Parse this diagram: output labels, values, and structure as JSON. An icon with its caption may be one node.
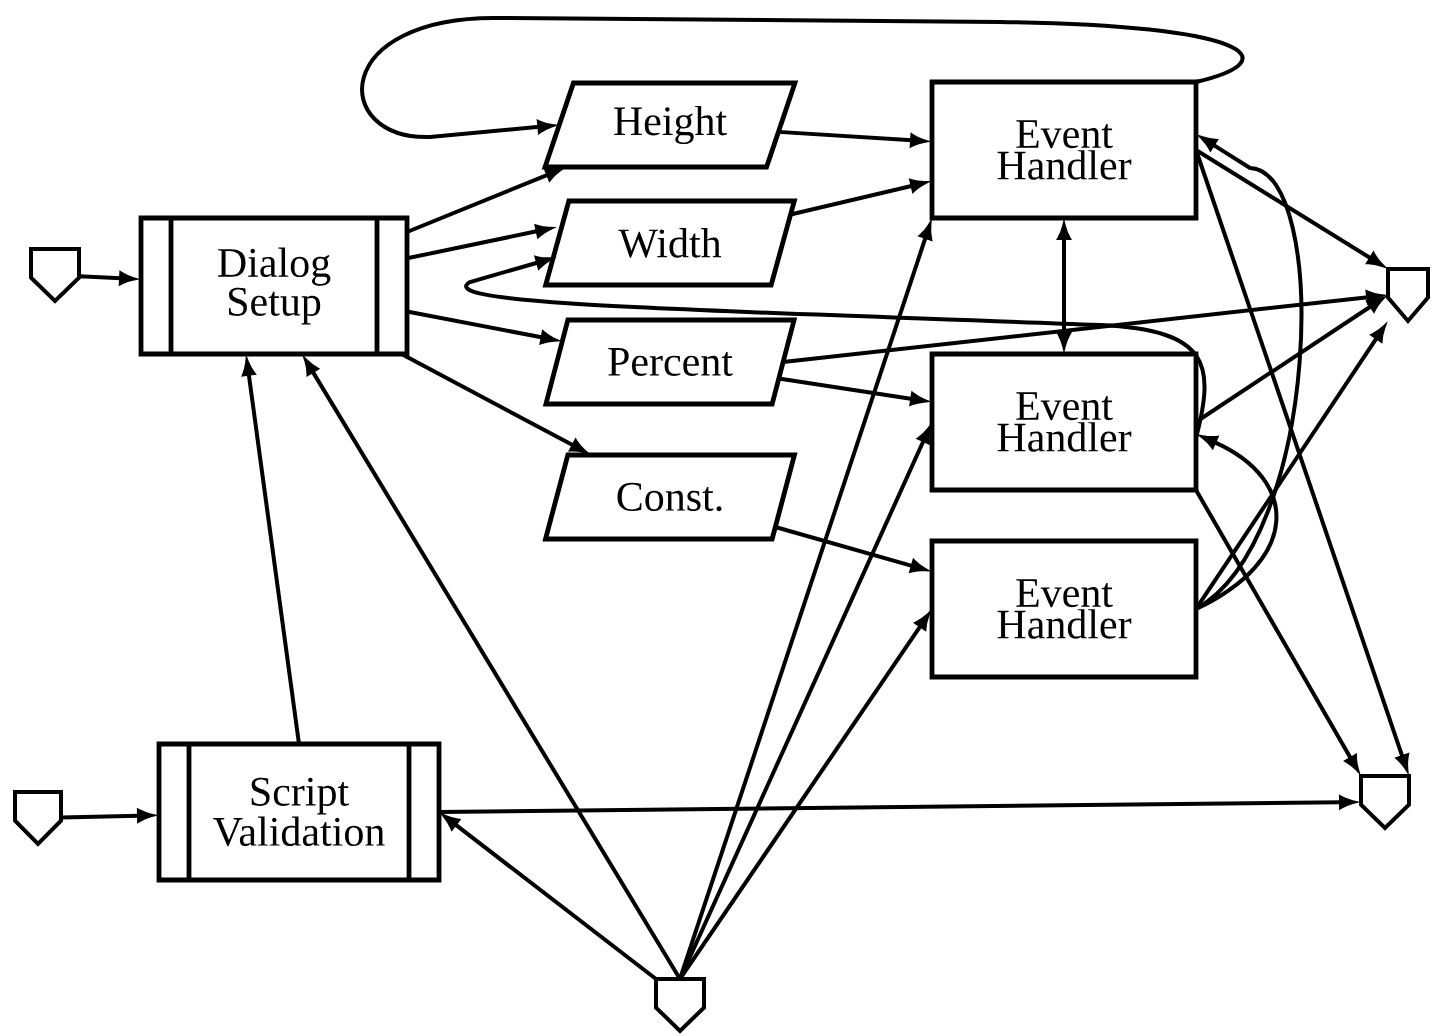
{
  "diagram": {
    "nodes": [
      {
        "text": [],
        "shape": "pentagon"
      },
      {
        "text": [
          "Dialog Setup"
        ]
      },
      {
        "text": [
          "Height"
        ]
      },
      {
        "text": [
          "Width"
        ]
      },
      {
        "text": [
          "Percent"
        ]
      },
      {
        "text": [
          "Const."
        ]
      },
      {
        "text": [
          "Event Handler"
        ]
      },
      {
        "text": [
          "Event Handler"
        ]
      },
      {
        "text": [
          "Event Handler"
        ]
      },
      {
        "text": [],
        "shape": "pentagon"
      },
      {
        "text": [],
        "shape": "pentagon"
      },
      {
        "text": [
          "Script Validation"
        ]
      },
      {
        "text": [],
        "shape": "pentagon"
      },
      {
        "text": [],
        "shape": "pentagon"
      }
    ],
    "edges": [
      {
        "from": 0,
        "to": 1,
        "arrow": "to"
      },
      {
        "from": 1,
        "to": 2,
        "arrow": "to"
      },
      {
        "from": 1,
        "to": 3,
        "arrow": "to"
      },
      {
        "from": 1,
        "to": 4,
        "arrow": "to"
      },
      {
        "from": 1,
        "to": 5,
        "arrow": "to"
      },
      {
        "from": 2,
        "to": 6,
        "arrow": "to"
      },
      {
        "from": 3,
        "to": 6,
        "arrow": "to"
      },
      {
        "from": 4,
        "to": 7,
        "arrow": "to"
      },
      {
        "from": 5,
        "to": 8,
        "arrow": "to"
      },
      {
        "from": 6,
        "to": 2,
        "arrow": "to"
      },
      {
        "from": 7,
        "to": 3,
        "arrow": "to"
      },
      {
        "from": 4,
        "to": 9,
        "arrow": "to"
      },
      {
        "from": 6,
        "to": 7,
        "arrow": "both"
      },
      {
        "from": 6,
        "to": 9,
        "arrow": "to"
      },
      {
        "from": 6,
        "to": 12,
        "arrow": "to"
      },
      {
        "from": 7,
        "to": 9,
        "arrow": "to"
      },
      {
        "from": 8,
        "to": 9,
        "arrow": "to"
      },
      {
        "from": 8,
        "to": 6,
        "arrow": "to"
      },
      {
        "from": 8,
        "to": 7,
        "arrow": "to"
      },
      {
        "from": 7,
        "to": 12,
        "arrow": "to"
      },
      {
        "from": 10,
        "to": 11,
        "arrow": "to"
      },
      {
        "from": 11,
        "to": 1,
        "arrow": "to"
      },
      {
        "from": 11,
        "to": 12,
        "arrow": "to"
      },
      {
        "from": 13,
        "to": 1,
        "arrow": "to"
      },
      {
        "from": 13,
        "to": 11,
        "arrow": "to"
      },
      {
        "from": 13,
        "to": 6,
        "arrow": "to"
      },
      {
        "from": 13,
        "to": 7,
        "arrow": "to"
      },
      {
        "from": 13,
        "to": 8,
        "arrow": "to"
      }
    ]
  }
}
